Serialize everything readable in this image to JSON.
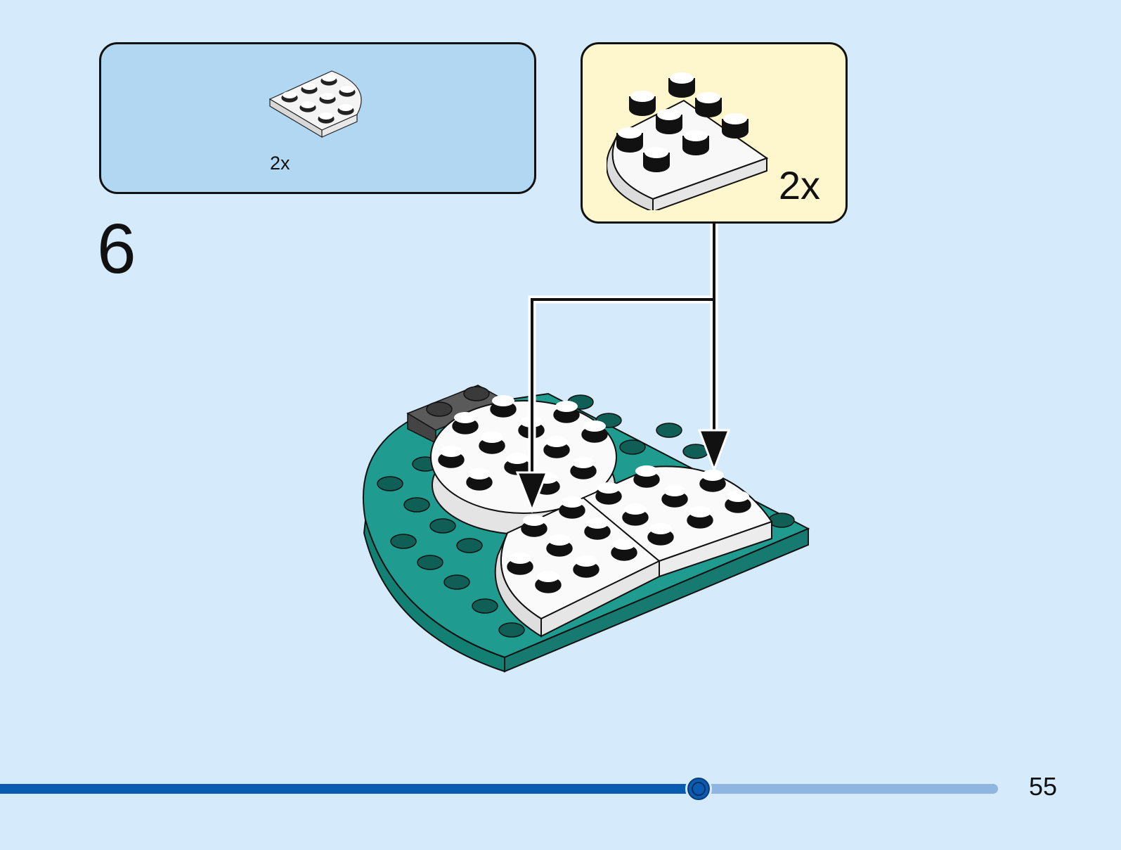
{
  "parts_list": {
    "quantity": "2x",
    "piece_icon": "white-round-corner-plate-icon"
  },
  "callout": {
    "quantity": "2x",
    "piece_icon": "white-round-corner-plate-icon"
  },
  "step": {
    "number": "6"
  },
  "colors": {
    "page_background": "#d5ebfb",
    "parts_box": "#b2d7f2",
    "callout_box": "#fef6cd",
    "baseplate_teal": "#1f9c8f",
    "piece_white": "#ffffff",
    "progress_fill": "#0a5cb2",
    "progress_track": "#8fb6e0"
  },
  "progress": {
    "fraction": 0.7
  },
  "page": {
    "number": "55"
  }
}
